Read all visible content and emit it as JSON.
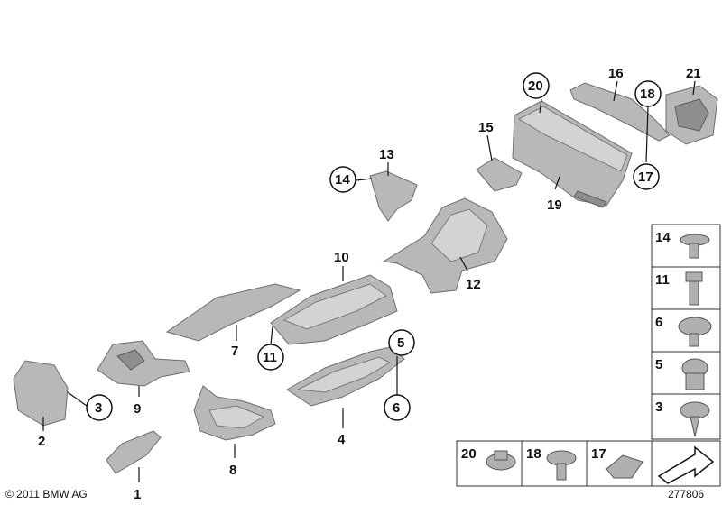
{
  "labels": {
    "p1": "1",
    "p2": "2",
    "p3": "3",
    "p5": "5",
    "p6": "6",
    "p7": "7",
    "p8": "8",
    "p9": "9",
    "p10": "10",
    "p11": "11",
    "p12": "12",
    "p13": "13",
    "p14": "14",
    "p15": "15",
    "p16": "16",
    "p17": "17",
    "p18": "18",
    "p19": "19",
    "p20": "20",
    "p21": "21",
    "p5b": "5",
    "p6b": "6",
    "p11b": "11",
    "p14b": "14",
    "p17b": "17",
    "p18b": "18",
    "p20b": "20"
  },
  "hardware_column": {
    "items": [
      "14",
      "11",
      "6",
      "5",
      "3"
    ]
  },
  "hardware_row": {
    "items": [
      "20",
      "18",
      "17"
    ]
  },
  "footer": {
    "copyright": "© 2011 BMW AG",
    "diagram_number": "277806"
  }
}
